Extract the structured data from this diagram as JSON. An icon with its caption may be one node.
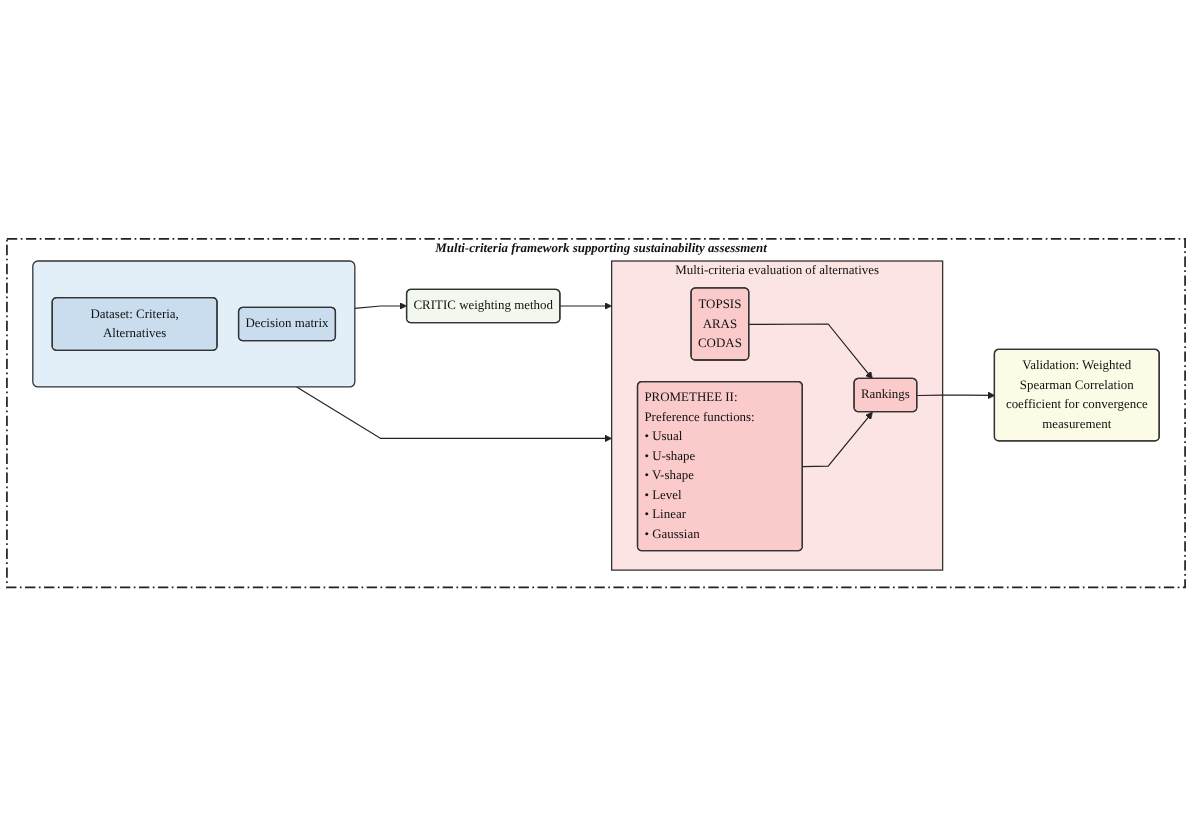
{
  "diagram": {
    "nodes": [
      {
        "text": [
          "Multi-criteria framework supporting sustainability assessment"
        ]
      },
      {
        "text": [
          "CRITIC weighting method"
        ],
        "in": 0
      },
      {
        "text": [],
        "shape": "box",
        "in": 0
      },
      {
        "text": [
          "Dataset: Criteria, Alternatives"
        ],
        "in": 2
      },
      {
        "text": [
          "Decision matrix"
        ],
        "in": 2
      },
      {
        "text": [
          "Validation: Weighted Spearman Correlation coefficient for convergence measurement"
        ],
        "in": 0
      },
      {
        "text": [
          "Multi-criteria evaluation of alternatives"
        ],
        "in": 0
      },
      {
        "text": [
          "TOPSIS",
          "ARAS",
          "CODAS"
        ],
        "in": 6
      },
      {
        "text": [
          "PROMETHEE II: Preference functions:",
          "• Usual",
          "• U-shape",
          "• V-shape",
          "• Level",
          "• Linear",
          "• Gaussian"
        ],
        "in": 6
      },
      {
        "text": [
          "Rankings"
        ],
        "in": 6
      }
    ],
    "edges": [
      {
        "from": 2,
        "to": 1,
        "arrow": "to"
      },
      {
        "from": 1,
        "to": 6,
        "arrow": "to"
      },
      {
        "from": 2,
        "to": 6,
        "arrow": "to"
      },
      {
        "from": 7,
        "to": 9,
        "arrow": "to"
      },
      {
        "from": 8,
        "to": 9,
        "arrow": "to"
      },
      {
        "from": 9,
        "to": 5,
        "arrow": "to"
      }
    ]
  }
}
